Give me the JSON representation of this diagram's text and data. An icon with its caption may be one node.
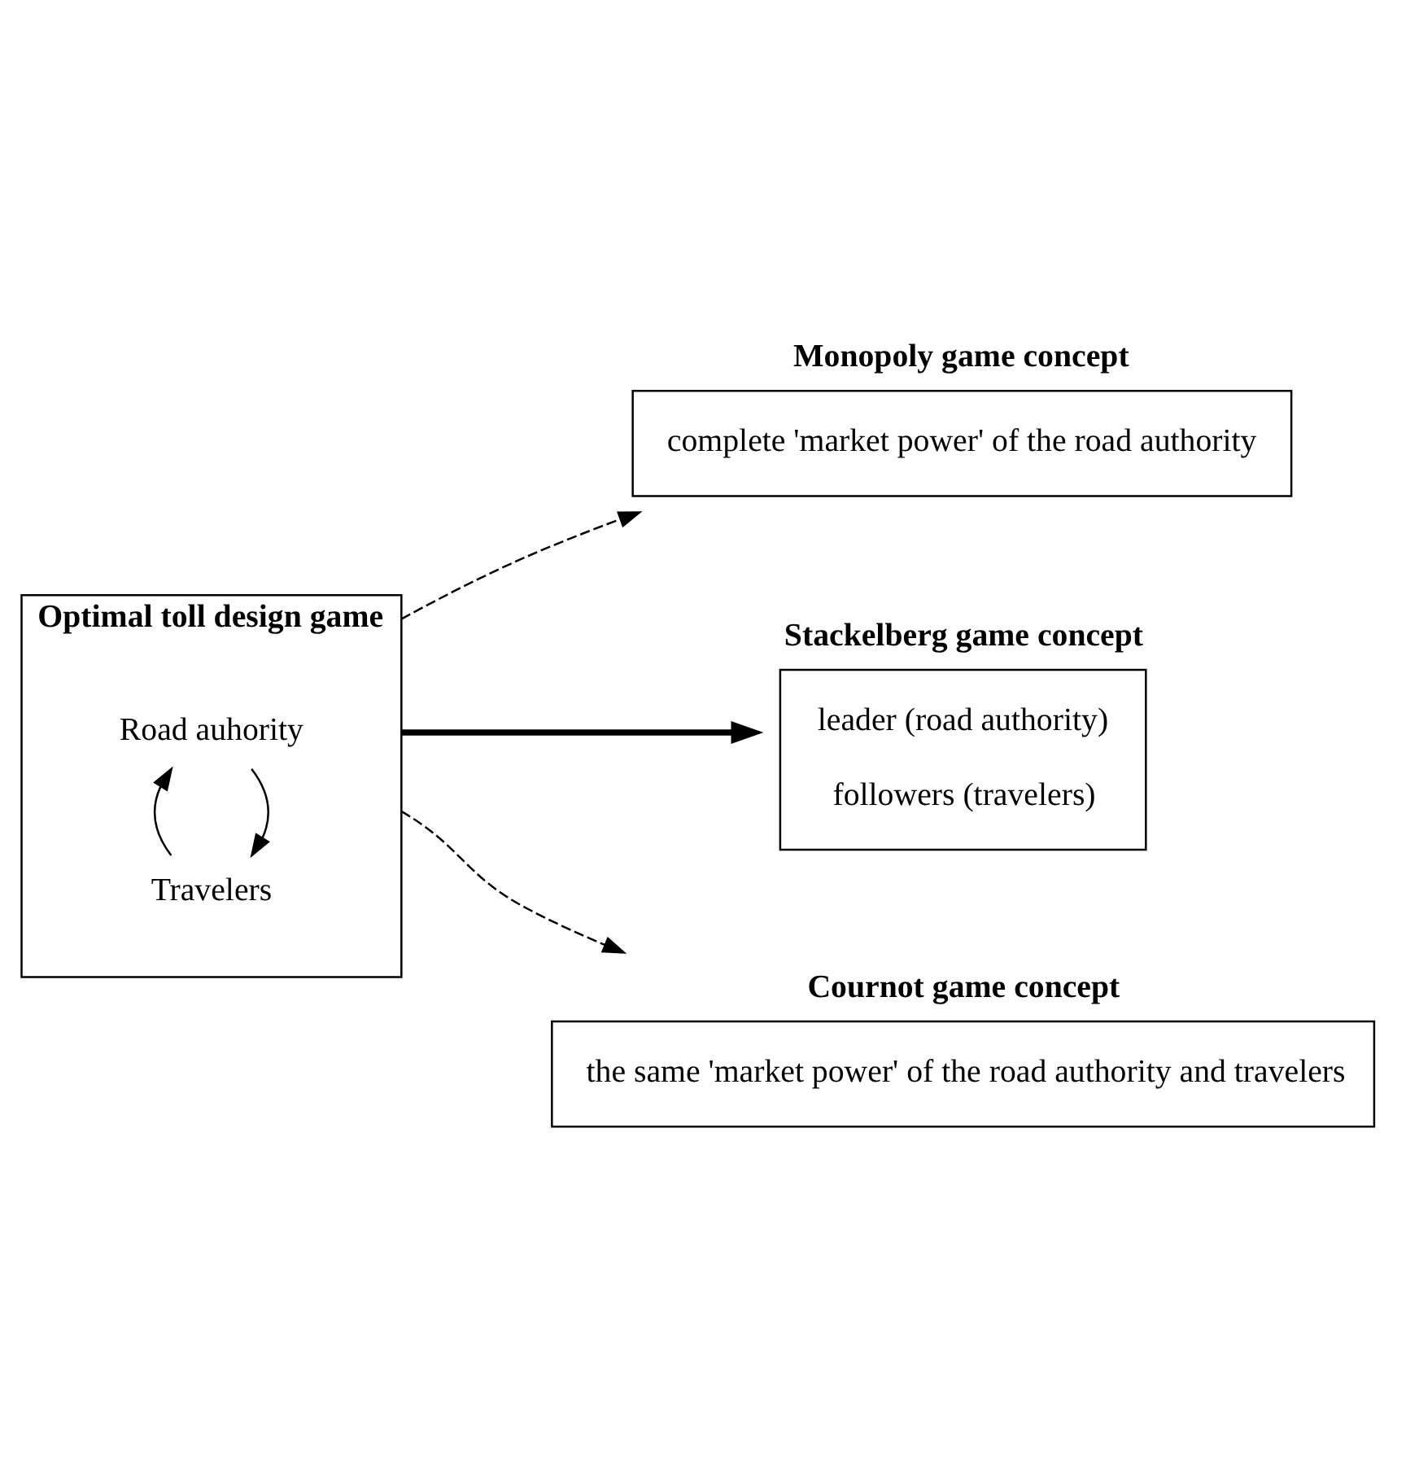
{
  "diagram": {
    "nodes": [
      {
        "text": [
          "Optimal toll design game"
        ]
      },
      {
        "text": [
          "Road auhority"
        ],
        "in": 0
      },
      {
        "text": [
          "Travelers"
        ],
        "in": 0
      },
      {
        "text": [
          "Monopoly game concept",
          "complete 'market power' of the road authority"
        ]
      },
      {
        "text": [
          "Stackelberg game concept",
          "leader (road authority)",
          "followers (travelers)"
        ]
      },
      {
        "text": [
          "Cournot game concept",
          "the same 'market power' of the road authority and travelers"
        ]
      }
    ],
    "edges": [
      {
        "from": 1,
        "to": 2,
        "arrow": "to"
      },
      {
        "from": 2,
        "to": 1,
        "arrow": "to"
      },
      {
        "from": 0,
        "to": 3,
        "arrow": "to",
        "style": "dashed"
      },
      {
        "from": 0,
        "to": 4,
        "arrow": "to",
        "style": "thick"
      },
      {
        "from": 0,
        "to": 5,
        "arrow": "to",
        "style": "dashed"
      }
    ]
  }
}
